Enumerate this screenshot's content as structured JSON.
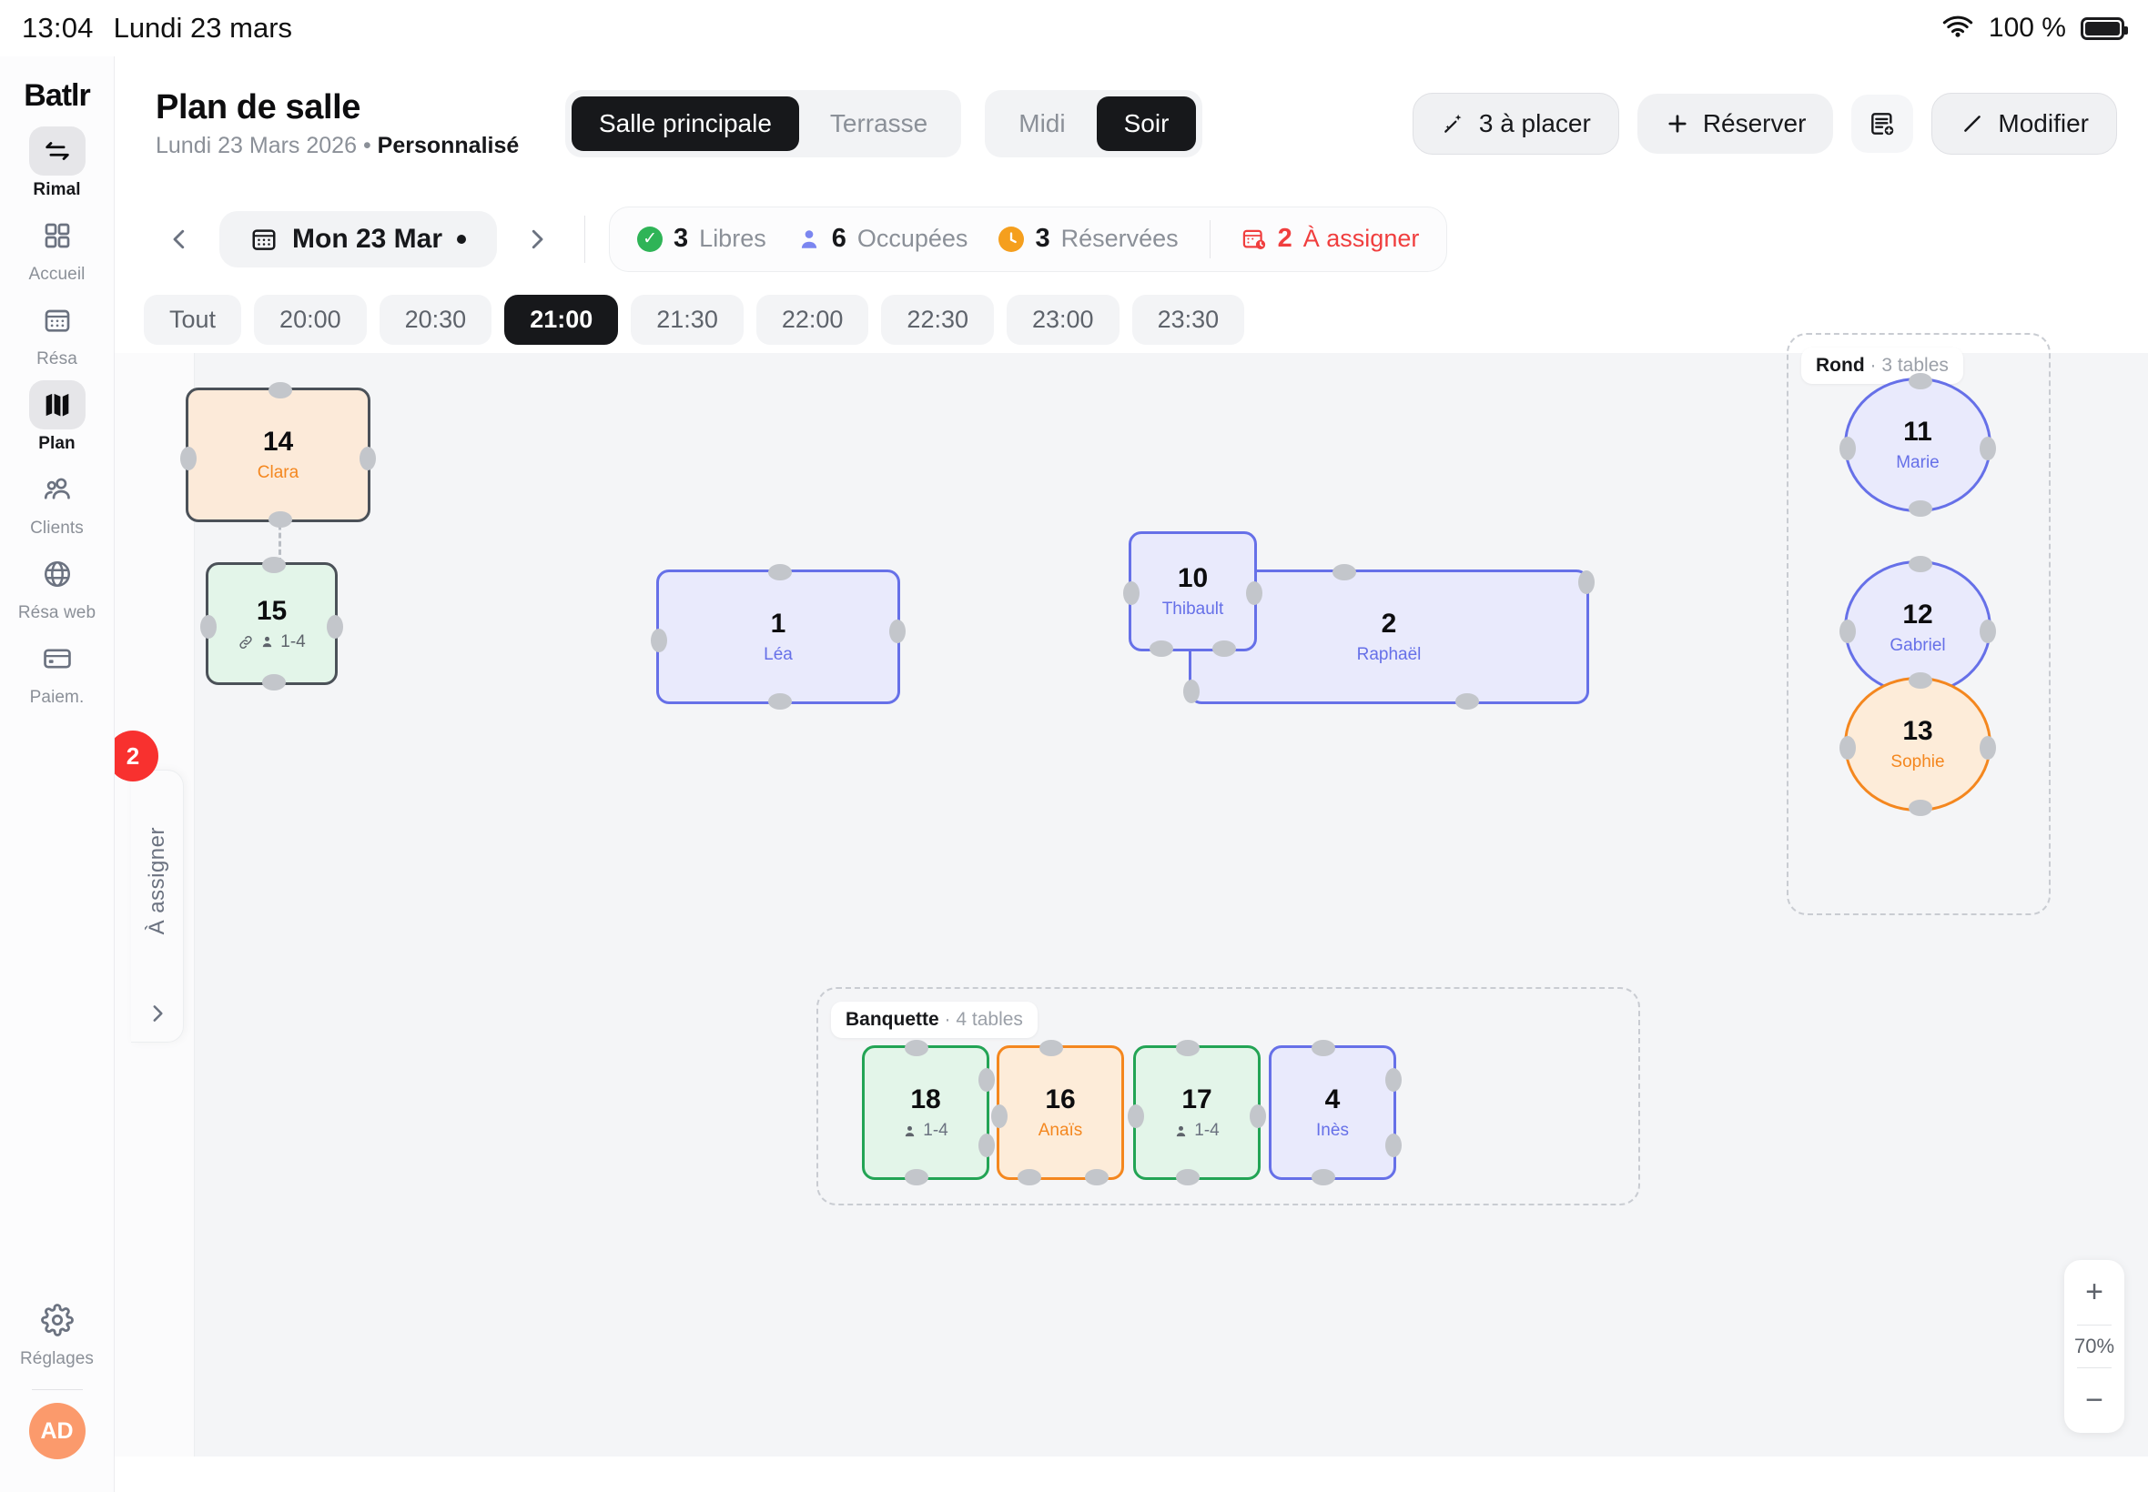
{
  "statusbar": {
    "time": "13:04",
    "date": "Lundi 23 mars",
    "battery_pct": "100 %",
    "wifi_icon": "wifi-icon",
    "battery_icon": "battery-icon"
  },
  "rail": {
    "brand": "Batlr",
    "items": [
      {
        "label": "Rimal",
        "icon": "swap-arrows-icon",
        "active": true
      },
      {
        "label": "Accueil",
        "icon": "grid-squares-icon",
        "active": false
      },
      {
        "label": "Résa",
        "icon": "calendar-icon",
        "active": false
      },
      {
        "label": "Plan",
        "icon": "map-icon",
        "active": true
      },
      {
        "label": "Clients",
        "icon": "users-icon",
        "active": false
      },
      {
        "label": "Résa web",
        "icon": "globe-icon",
        "active": false
      },
      {
        "label": "Paiem.",
        "icon": "credit-card-icon",
        "active": false
      }
    ],
    "settings_label": "Réglages",
    "settings_icon": "gear-icon",
    "avatar_initials": "AD"
  },
  "header": {
    "title": "Plan de salle",
    "subtitle_date": "Lundi 23 Mars 2026",
    "subtitle_sep": "•",
    "subtitle_mode": "Personnalisé",
    "room_tabs": [
      {
        "label": "Salle principale",
        "active": true
      },
      {
        "label": "Terrasse",
        "active": false
      }
    ],
    "service_tabs": [
      {
        "label": "Midi",
        "active": false
      },
      {
        "label": "Soir",
        "active": true
      }
    ],
    "actions": {
      "autoplace_label": "3 à placer",
      "autoplace_icon": "magic-wand-icon",
      "reserve_label": "Réserver",
      "reserve_icon": "plus-icon",
      "note_icon": "note-add-icon",
      "edit_label": "Modifier",
      "edit_icon": "pencil-icon"
    }
  },
  "datebar": {
    "prev_icon": "chevron-left-icon",
    "next_icon": "chevron-right-icon",
    "date_label": "Mon 23 Mar",
    "date_icon": "calendar-icon",
    "stats": [
      {
        "count": "3",
        "label": "Libres",
        "icon": "check-circle-icon",
        "color": "#2fb457"
      },
      {
        "count": "6",
        "label": "Occupées",
        "icon": "person-icon",
        "color": "#7b86f0"
      },
      {
        "count": "3",
        "label": "Réservées",
        "icon": "clock-icon",
        "color": "#f59f1e"
      },
      {
        "count": "2",
        "label": "À assigner",
        "icon": "calendar-alert-icon",
        "color": "#f03e3e"
      }
    ]
  },
  "timebar": {
    "slots": [
      {
        "label": "Tout",
        "active": false
      },
      {
        "label": "20:00",
        "active": false
      },
      {
        "label": "20:30",
        "active": false
      },
      {
        "label": "21:00",
        "active": true
      },
      {
        "label": "21:30",
        "active": false
      },
      {
        "label": "22:00",
        "active": false
      },
      {
        "label": "22:30",
        "active": false
      },
      {
        "label": "23:00",
        "active": false
      },
      {
        "label": "23:30",
        "active": false
      }
    ]
  },
  "assign_drawer": {
    "badge": "2",
    "label": "À assigner",
    "expand_icon": "chevron-right-icon"
  },
  "floorplan": {
    "tables": [
      {
        "id": "14",
        "guest": "Clara",
        "status": "selected-orange"
      },
      {
        "id": "15",
        "guest": "",
        "capacity": "1-4",
        "status": "selected-green",
        "linked": true
      },
      {
        "id": "1",
        "guest": "Léa",
        "status": "blue"
      },
      {
        "id": "2",
        "guest": "Raphaël",
        "status": "blue"
      },
      {
        "id": "10",
        "guest": "Thibault",
        "status": "blue"
      },
      {
        "id": "18",
        "guest": "",
        "capacity": "1-4",
        "status": "green"
      },
      {
        "id": "16",
        "guest": "Anaïs",
        "status": "orange"
      },
      {
        "id": "17",
        "guest": "",
        "capacity": "1-4",
        "status": "green"
      },
      {
        "id": "4",
        "guest": "Inès",
        "status": "blue"
      },
      {
        "id": "11",
        "guest": "Marie",
        "status": "blue"
      },
      {
        "id": "12",
        "guest": "Gabriel",
        "status": "blue"
      },
      {
        "id": "13",
        "guest": "Sophie",
        "status": "orange"
      }
    ],
    "groups": [
      {
        "name": "Banquette",
        "count": "· 4 tables"
      },
      {
        "name": "Rond",
        "count": "· 3 tables"
      }
    ]
  },
  "zoom": {
    "in_label": "+",
    "value": "70%",
    "out_label": "−"
  }
}
